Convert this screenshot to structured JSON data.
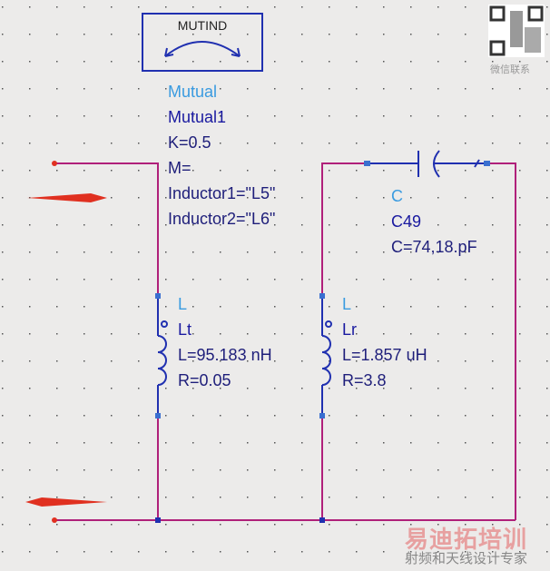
{
  "mutual": {
    "symbol_label": "MUTIND",
    "type": "Mutual",
    "name": "Mutual1",
    "params": [
      "K=0.5",
      "M=",
      "Inductor1=\"L5\"",
      "Inductor2=\"L6\""
    ]
  },
  "capacitor": {
    "type": "C",
    "name": "C49",
    "params": [
      "C=74,18.pF"
    ]
  },
  "inductor_t": {
    "type": "L",
    "name": "Lt",
    "params": [
      "L=95.183 nH",
      "R=0.05"
    ]
  },
  "inductor_r": {
    "type": "L",
    "name": "Lr",
    "params": [
      "L=1.857 uH",
      "R=3.8"
    ]
  },
  "watermark": {
    "brand": "易迪拓培训",
    "tagline": "射频和天线设计专家",
    "qr_label": "微信联系"
  },
  "colors": {
    "wire": "#b0207a",
    "component": "#2030b0",
    "arrow": "#e03020",
    "background": "#ecebea"
  }
}
